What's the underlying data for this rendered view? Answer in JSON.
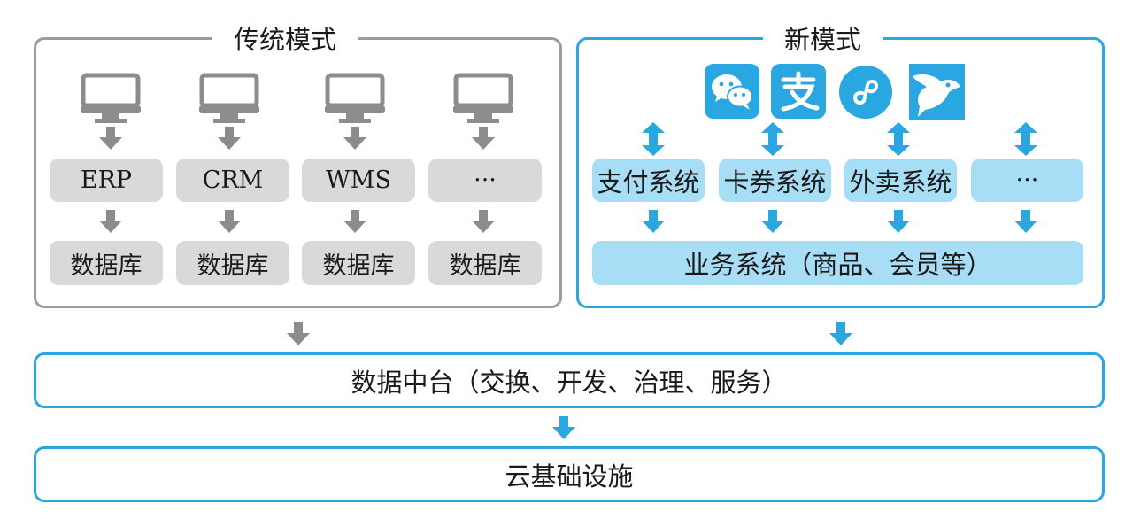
{
  "traditional": {
    "title": "传统模式",
    "systems": [
      "ERP",
      "CRM",
      "WMS",
      "···"
    ],
    "databases": [
      "数据库",
      "数据库",
      "数据库",
      "数据库"
    ]
  },
  "new_mode": {
    "title": "新模式",
    "apps": [
      "wechat-icon",
      "alipay-icon",
      "mini-program-icon",
      "ele-me-icon"
    ],
    "systems": [
      "支付系统",
      "卡券系统",
      "外卖系统",
      "···"
    ],
    "business": "业务系统（商品、会员等）"
  },
  "data_platform": "数据中台（交换、开发、治理、服务）",
  "cloud": "云基础设施",
  "colors": {
    "gray_border": "#9c9c9c",
    "gray_fill": "#d9d9d9",
    "gray_arrow": "#8c8c8c",
    "blue": "#2aa6e1",
    "blue_fill": "#a8ddf6"
  }
}
